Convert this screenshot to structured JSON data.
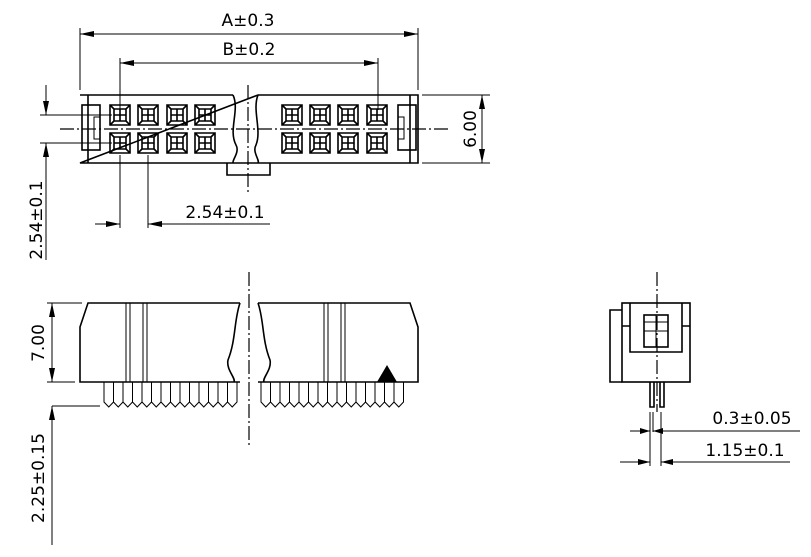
{
  "drawing": {
    "top_view": {
      "dim_a": "A±0.3",
      "dim_b": "B±0.2",
      "dim_height": "6.00",
      "dim_pitch_horizontal": "2.54±0.1",
      "dim_pitch_vertical": "2.54±0.1"
    },
    "side_view": {
      "dim_body_height": "7.00",
      "dim_pin_length": "2.25±0.15"
    },
    "end_view": {
      "dim_pin_width": "0.3±0.05",
      "dim_pin_offset": "1.15±0.1"
    },
    "line_color": "#000000",
    "background": "#ffffff"
  }
}
